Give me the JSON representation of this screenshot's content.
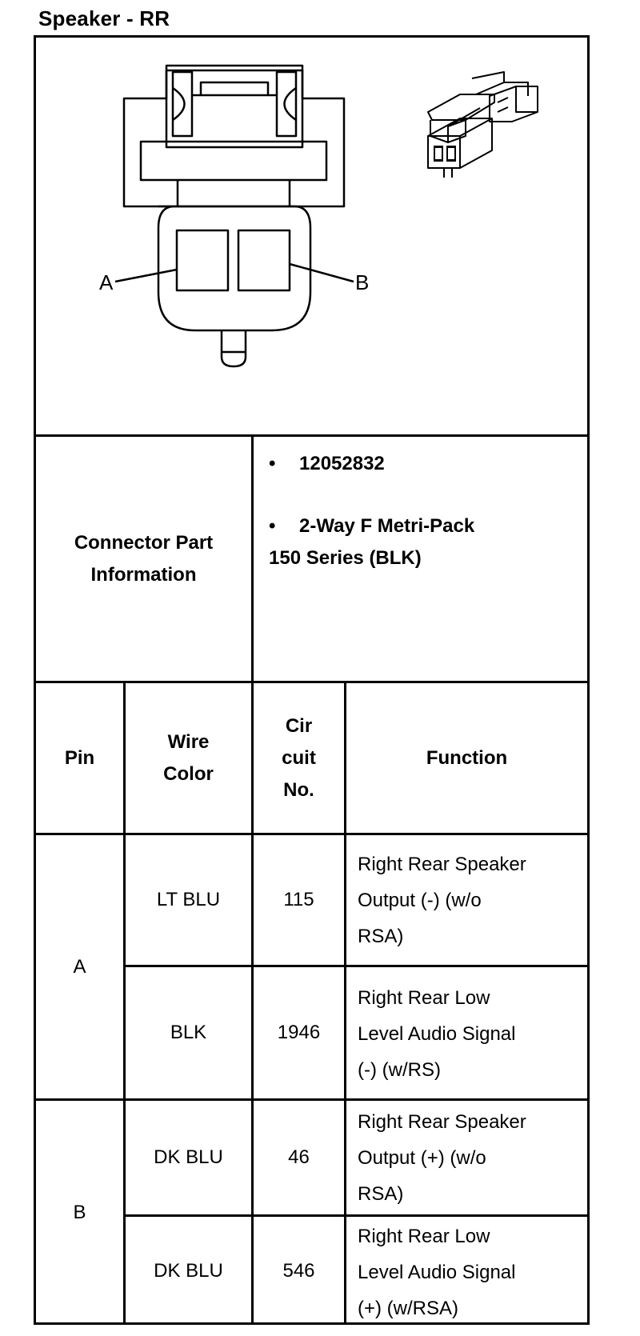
{
  "title": "Speaker - RR",
  "diagram": {
    "pin_a_label": "A",
    "pin_b_label": "B"
  },
  "connector_info": {
    "label_line1": "Connector Part",
    "label_line2": "Information",
    "bullet": "•",
    "part_number": "12052832",
    "description_line1": "2-Way F Metri-Pack",
    "description_line2": "150 Series (BLK)"
  },
  "table": {
    "headers": {
      "pin": "Pin",
      "wire_color_line1": "Wire",
      "wire_color_line2": "Color",
      "circuit_line1": "Cir",
      "circuit_line2": "cuit",
      "circuit_line3": "No.",
      "function": "Function"
    },
    "groups": [
      {
        "pin": "A"
      },
      {
        "pin": "B"
      }
    ],
    "rows": [
      {
        "wire_color": "LT BLU",
        "circuit": "115",
        "function": "Right Rear Speaker\nOutput (-) (w/o\nRSA)"
      },
      {
        "wire_color": "BLK",
        "circuit": "1946",
        "function": "Right Rear Low\nLevel Audio Signal\n(-) (w/RS)"
      },
      {
        "wire_color": "DK BLU",
        "circuit": "46",
        "function": "Right Rear Speaker\nOutput (+) (w/o\nRSA)"
      },
      {
        "wire_color": "DK BLU",
        "circuit": "546",
        "function": "Right Rear Low\nLevel Audio Signal\n(+) (w/RSA)"
      }
    ]
  }
}
